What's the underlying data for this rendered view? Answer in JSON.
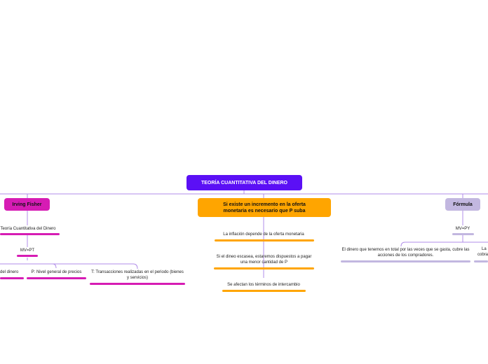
{
  "colors": {
    "root": "#5b10f5",
    "fisher": "#d61cb4",
    "hyp": "#ffa500",
    "formula": "#c2b7e0",
    "connector_main": "#b08ce8"
  },
  "root": {
    "label": "TEORÍA CUANTITATIVA DEL DINERO"
  },
  "fisher": {
    "label": "Irving Fisher",
    "theory": "Teoría Cuantitativa del Dinero",
    "equation": "MV=PT",
    "m_label": "del dinero",
    "p_label": "P: Nivel general de precios",
    "t_label": "T: Transacciones realizadas en el periodo (bienes y servicios)"
  },
  "hypothesis": {
    "label": "Si existe un incremento en la oferta monetaria es necesario que P suba",
    "items": [
      "La inflación depende de la oferta monetaria",
      "Si el dineo escasea, estaremos dispuestos a pagar una menor cantidad de P",
      "Se afectan los términos de intercambio"
    ]
  },
  "formula": {
    "label": "Fórmula",
    "equation": "MV=PY",
    "desc": "El dinero que tenemos en total por las veces que se gasta, cubre las acciones de los compradores.",
    "desc2_line1": "La",
    "desc2_line2": "cobra"
  }
}
